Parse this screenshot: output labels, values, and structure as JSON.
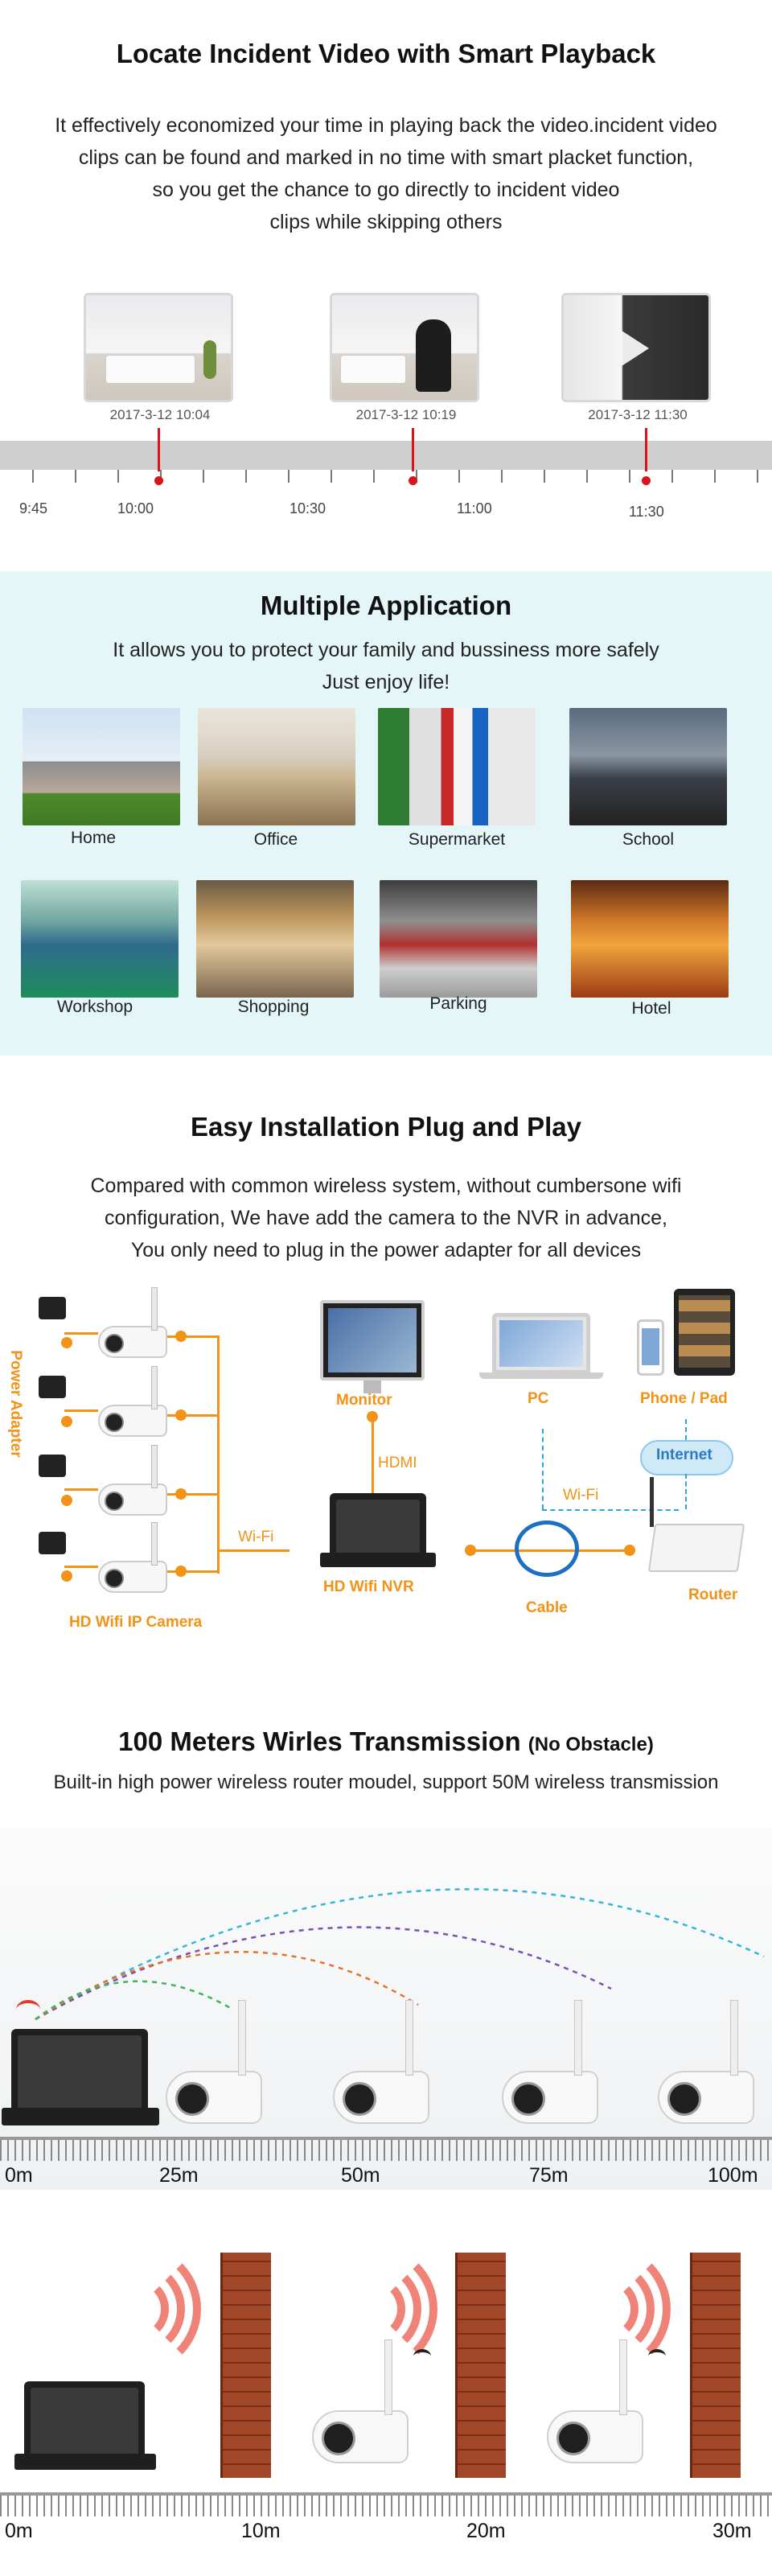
{
  "smart_playback": {
    "title": "Locate Incident Video with Smart Playback",
    "lines": [
      "It effectively economized your time in playing back the video.incident video",
      "clips can be found and marked in no time with smart placket function,",
      "so you get the chance to go directly to incident video",
      "clips while skipping others"
    ],
    "clips": [
      {
        "time": "2017-3-12 10:04",
        "icon": "living-room-image"
      },
      {
        "time": "2017-3-12 10:19",
        "icon": "intruder-image"
      },
      {
        "time": "2017-3-12 11:30",
        "icon": "video-play-image"
      }
    ],
    "timeline_labels": [
      "9:45",
      "10:00",
      "10:30",
      "11:00",
      "11:30"
    ],
    "accent_color": "#d9141c"
  },
  "applications": {
    "title": "Multiple Application",
    "lines": [
      "It allows you to protect your family and bussiness more safely",
      "Just enjoy life!"
    ],
    "row1": [
      "Home",
      "Office",
      "Supermarket",
      "School"
    ],
    "row2": [
      "Workshop",
      "Shopping",
      "Parking",
      "Hotel"
    ],
    "background_color": "#e4f6f8"
  },
  "installation": {
    "title": "Easy Installation Plug and Play",
    "lines": [
      "Compared with common wireless system, without cumbersone wifi",
      "configuration, We have add the camera to the NVR in advance,",
      "You only need to plug in the power adapter for all devices"
    ],
    "labels": {
      "power_adapter": "Power Adapter",
      "camera": "HD Wifi IP Camera",
      "wifi_left": "Wi-Fi",
      "monitor": "Monitor",
      "hdmi": "HDMI",
      "nvr": "HD Wifi NVR",
      "pc": "PC",
      "phone": "Phone / Pad",
      "internet": "Internet",
      "wifi_right": "Wi-Fi",
      "cable": "Cable",
      "router": "Router"
    },
    "accent_color": "#f29216"
  },
  "transmission": {
    "title": "100 Meters Wirles Transmission",
    "title_note": "(No Obstacle)",
    "subtitle": "Built-in high power wireless router moudel, support 50M wireless transmission",
    "distances": [
      "0m",
      "25m",
      "50m",
      "75m",
      "100m"
    ],
    "wall_distances": [
      "0m",
      "10m",
      "20m",
      "30m"
    ]
  }
}
